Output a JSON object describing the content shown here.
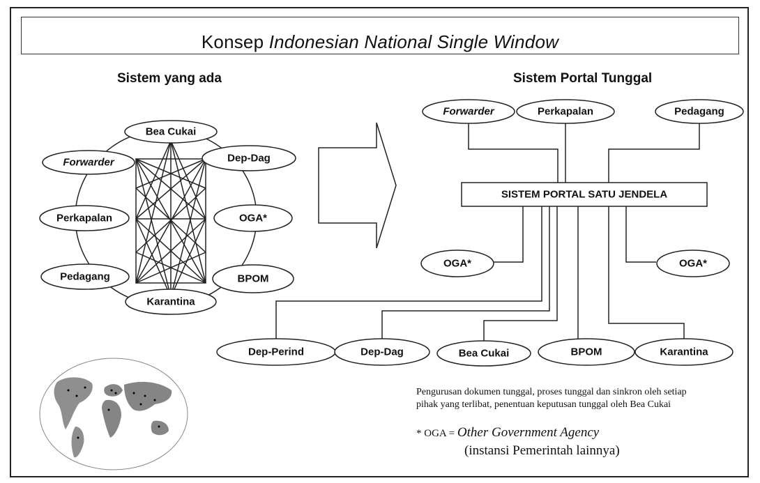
{
  "title": {
    "prefix": "Konsep",
    "italic": "Indonesian National Single Window"
  },
  "left": {
    "heading": "Sistem yang ada",
    "nodes": [
      "Bea Cukai",
      "Dep-Dag",
      "OGA*",
      "BPOM",
      "Karantina",
      "Pedagang",
      "Perkapalan",
      "Forwarder"
    ]
  },
  "right": {
    "heading": "Sistem Portal Tunggal",
    "center": "SISTEM PORTAL SATU JENDELA",
    "top_nodes": [
      "Forwarder",
      "Perkapalan",
      "Pedagang"
    ],
    "side_nodes": [
      "OGA*",
      "OGA*"
    ],
    "bottom_nodes": [
      "Dep-Perind",
      "Dep-Dag",
      "Bea Cukai",
      "BPOM",
      "Karantina"
    ]
  },
  "note": "Pengurusan dokumen tunggal, proses tunggal dan sinkron oleh setiap pihak yang terlibat, penentuan keputusan tunggal oleh Bea Cukai",
  "oga_definition": {
    "prefix": "* OGA = ",
    "term": "Other Government Agency",
    "translation": "(instansi Pemerintah lainnya)"
  }
}
